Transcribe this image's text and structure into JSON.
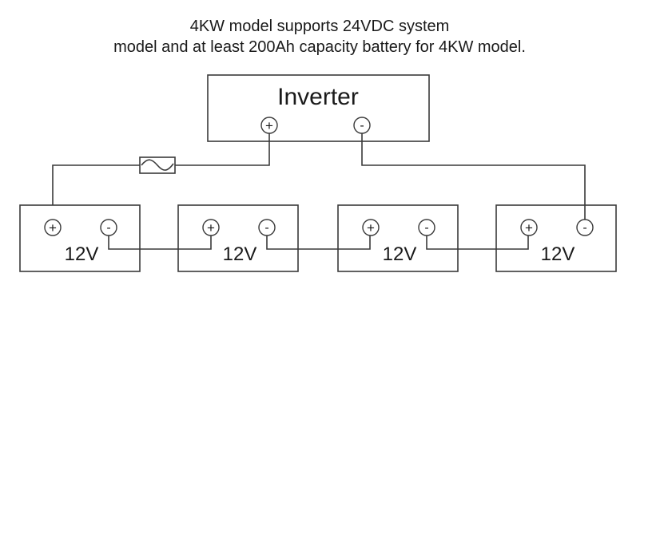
{
  "caption": {
    "line1": "4KW model supports 24VDC system",
    "line2": "model and at least 200Ah capacity battery for 4KW model."
  },
  "inverter": {
    "label": "Inverter",
    "positive_symbol": "+",
    "negative_symbol": "-"
  },
  "fuse": {
    "icon": "fuse-icon"
  },
  "batteries": [
    {
      "label": "12V",
      "positive_symbol": "+",
      "negative_symbol": "-"
    },
    {
      "label": "12V",
      "positive_symbol": "+",
      "negative_symbol": "-"
    },
    {
      "label": "12V",
      "positive_symbol": "+",
      "negative_symbol": "-"
    },
    {
      "label": "12V",
      "positive_symbol": "+",
      "negative_symbol": "-"
    }
  ],
  "colors": {
    "line": "#3a3a3a",
    "text": "#1a1a1a",
    "background": "#ffffff"
  }
}
